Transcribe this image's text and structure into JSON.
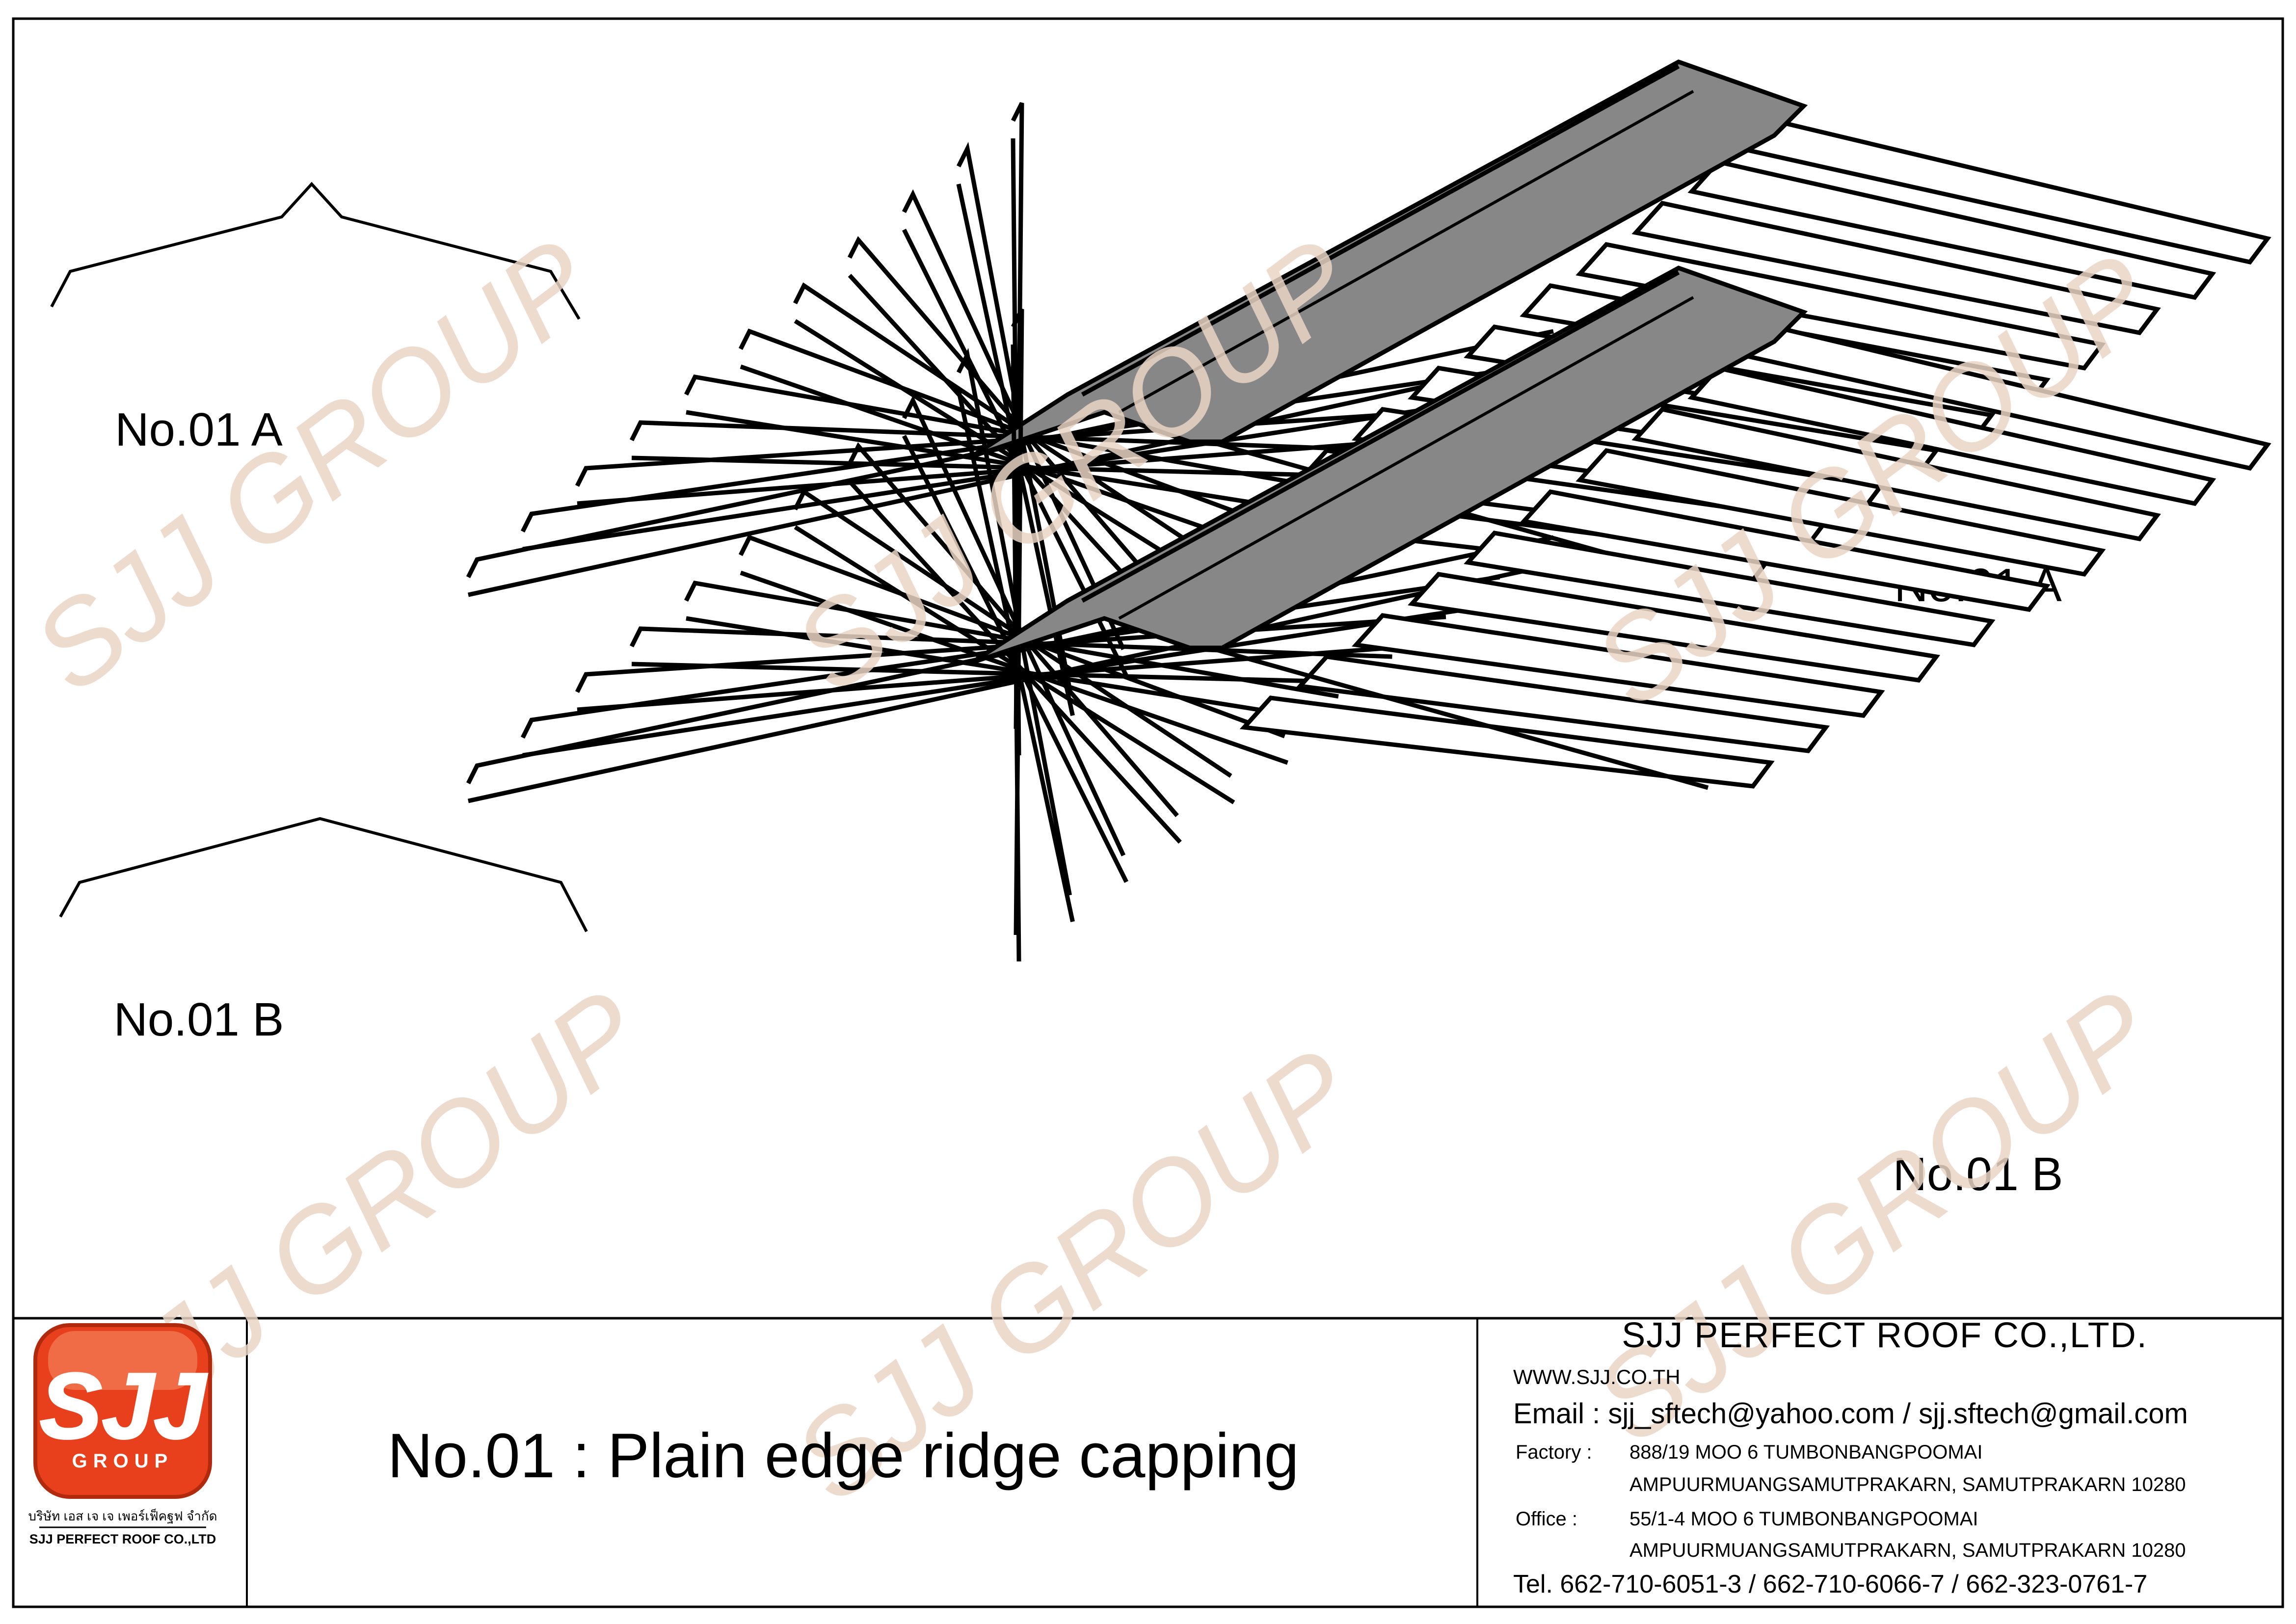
{
  "drawing": {
    "profile_a_label": "No.01 A",
    "profile_b_label": "No.01 B",
    "roof_a_label": "No.01 A",
    "roof_b_label": "No.01 B",
    "watermark": "SJJ GROUP",
    "cap_color": "#878787"
  },
  "title_block": {
    "drawing_title": "No.01 : Plain edge ridge capping",
    "logo": {
      "wordmark": "SJJ",
      "subword": "GROUP",
      "thai_name": "บริษัท เอส เจ เจ เพอร์เฟ็คฐฟ จำกัด",
      "english_name": "SJJ PERFECT ROOF CO.,LTD",
      "color": "#e8401c"
    },
    "company": {
      "name": "SJJ PERFECT ROOF CO.,LTD.",
      "website": "WWW.SJJ.CO.TH",
      "email": "Email : sjj_sftech@yahoo.com / sjj.sftech@gmail.com",
      "factory_label": "Factory :",
      "factory_line1": "888/19 MOO 6 TUMBONBANGPOOMAI",
      "factory_line2": "AMPUURMUANGSAMUTPRAKARN, SAMUTPRAKARN 10280",
      "office_label": "Office   :",
      "office_line1": "55/1-4 MOO 6 TUMBONBANGPOOMAI",
      "office_line2": "AMPUURMUANGSAMUTPRAKARN, SAMUTPRAKARN 10280",
      "tel": "Tel. 662-710-6051-3 / 662-710-6066-7 / 662-323-0761-7"
    }
  }
}
